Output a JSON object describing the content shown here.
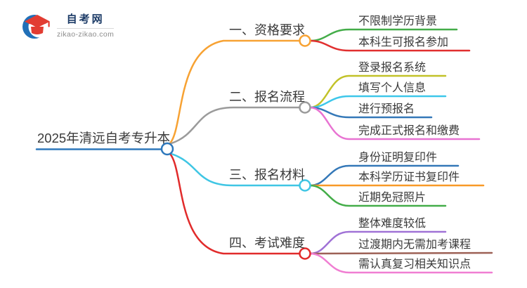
{
  "logo": {
    "site_name": "自考网",
    "site_url": "zikao-zikao.com"
  },
  "root": {
    "label": "2025年清远自考专升本",
    "color": "#2e78bc"
  },
  "branches": [
    {
      "label": "一、资格要求",
      "color": "#f7a233",
      "children": [
        {
          "label": "不限制学历背景",
          "color": "#44ad49"
        },
        {
          "label": "本科生可报名参加",
          "color": "#e12f2f"
        }
      ]
    },
    {
      "label": "二、报名流程",
      "color": "#9b9b9b",
      "children": [
        {
          "label": "登录报名系统",
          "color": "#c2c228"
        },
        {
          "label": "填写个人信息",
          "color": "#3ec7ea"
        },
        {
          "label": "进行预报名",
          "color": "#3478b8"
        },
        {
          "label": "完成正式报名和缴费",
          "color": "#e873d2"
        }
      ]
    },
    {
      "label": "三、报名材料",
      "color": "#3fc6e4",
      "children": [
        {
          "label": "身份证明复印件",
          "color": "#3478b8"
        },
        {
          "label": "本科学历证书复印件",
          "color": "#f89a28"
        },
        {
          "label": "近期免冠照片",
          "color": "#44ad49"
        }
      ]
    },
    {
      "label": "四、考试难度",
      "color": "#e12b2b",
      "children": [
        {
          "label": "整体难度较低",
          "color": "#a072d6"
        },
        {
          "label": "过渡期内无需加考课程",
          "color": "#9d6156"
        },
        {
          "label": "需认真复习相关知识点",
          "color": "#f07ed2"
        }
      ]
    }
  ]
}
